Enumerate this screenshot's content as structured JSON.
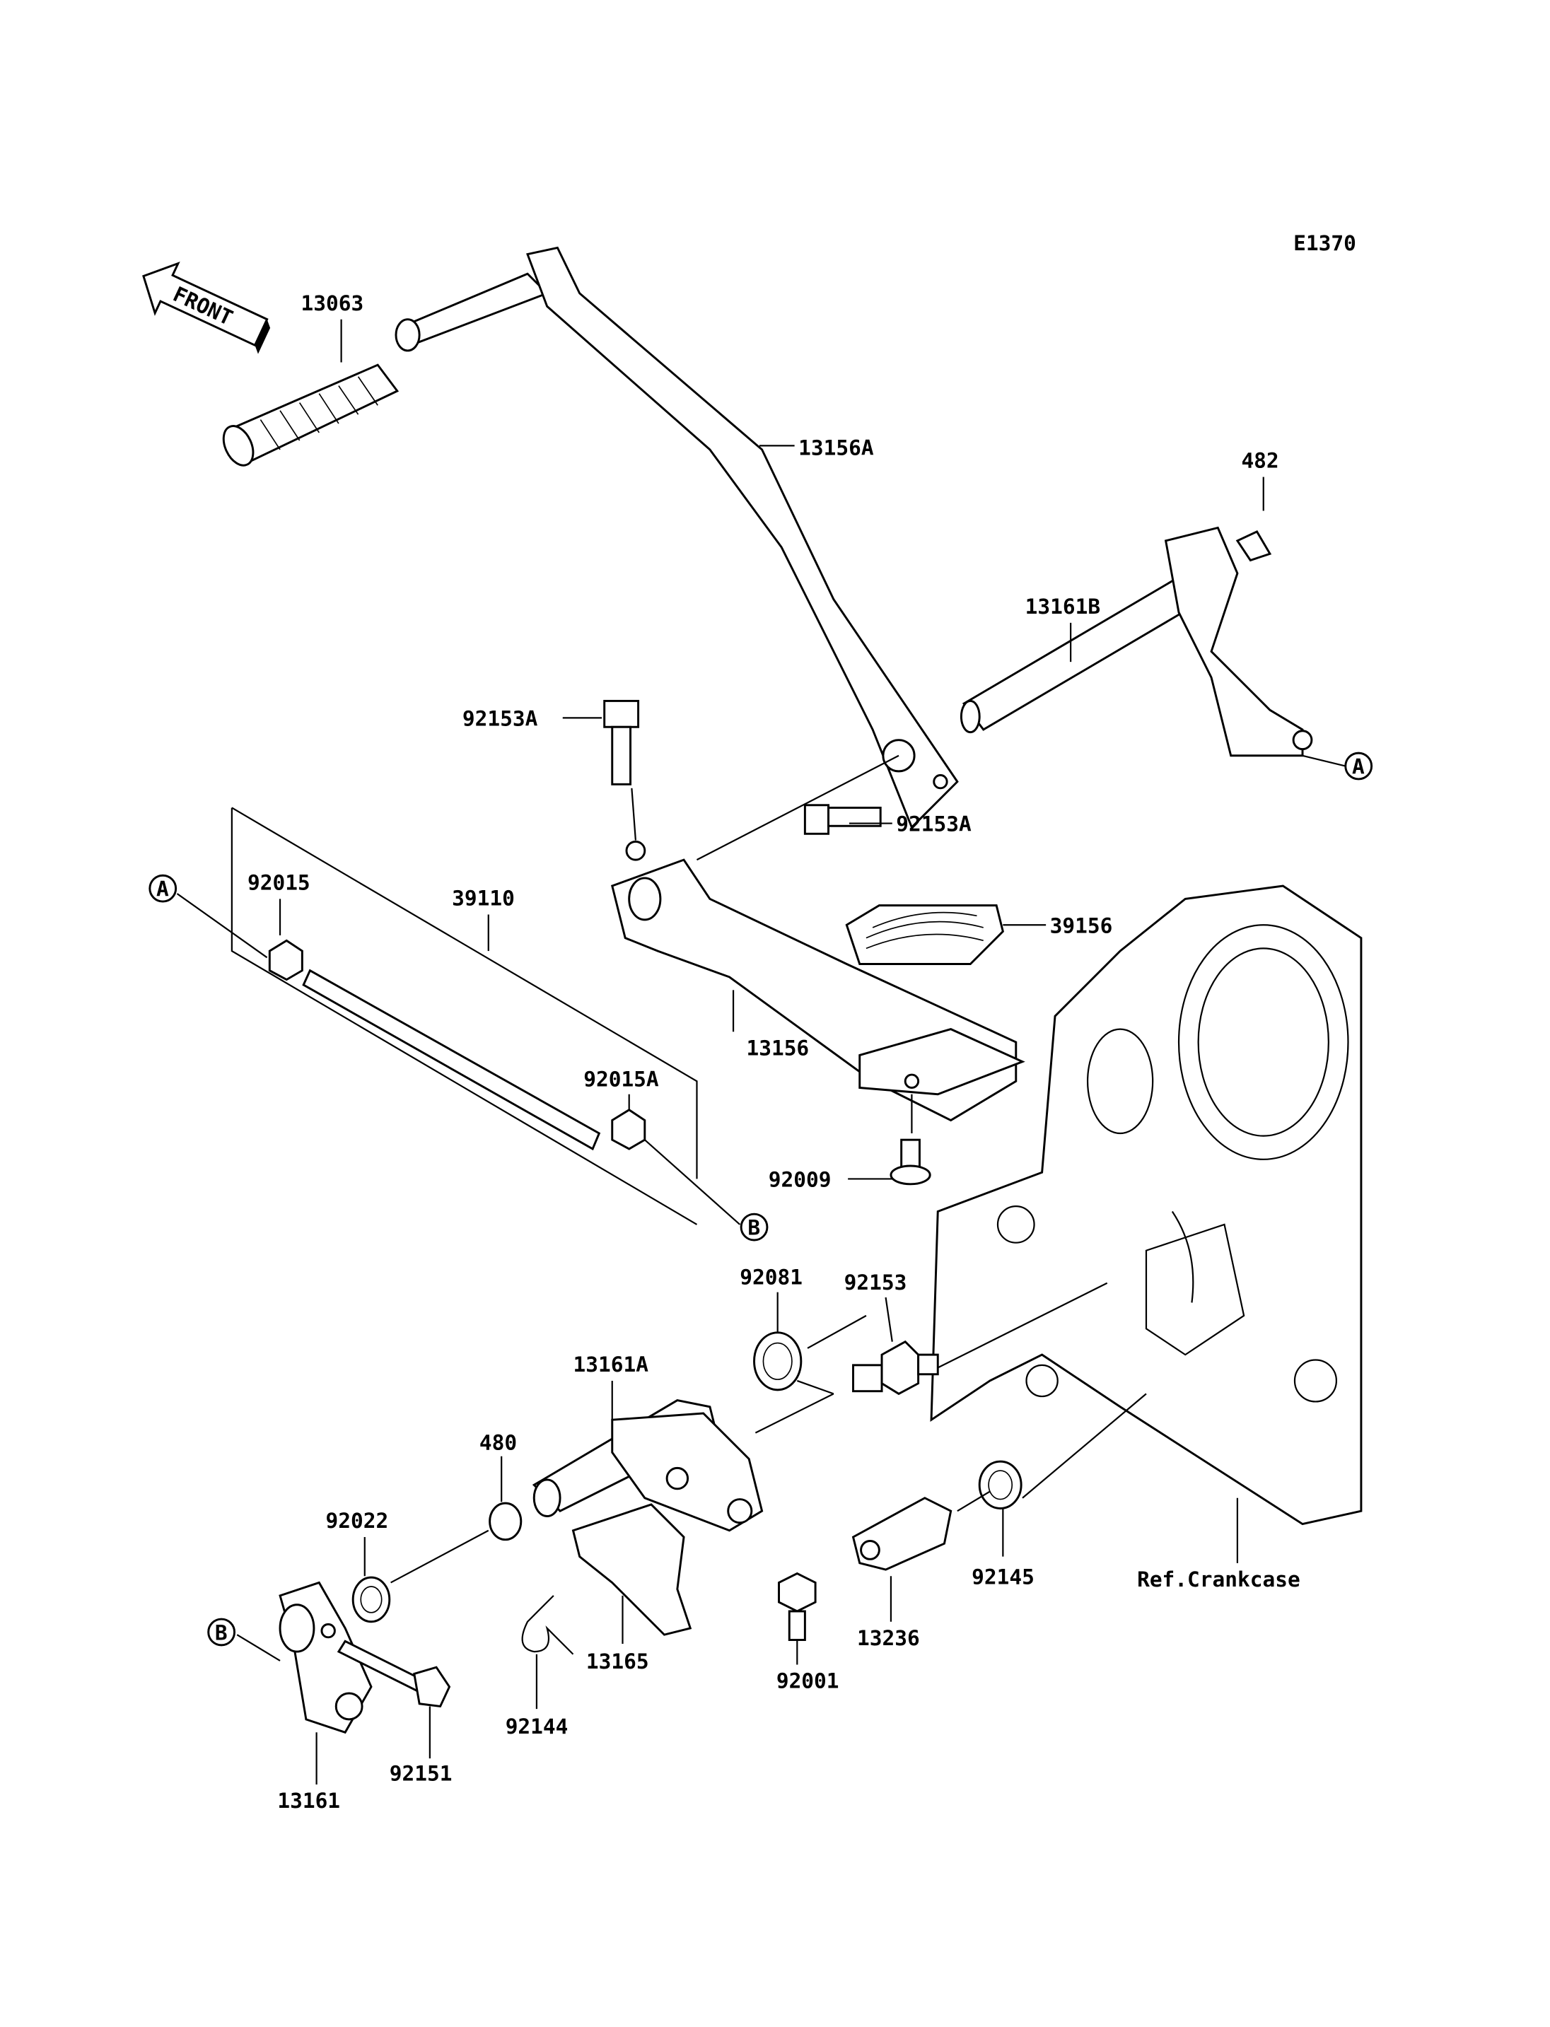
{
  "diagram_id": "E1370",
  "front_arrow_label": "FRONT",
  "reference_markers": [
    "A",
    "B"
  ],
  "parts": {
    "p13063": "13063",
    "p13156A": "13156A",
    "p482": "482",
    "p13161B": "13161B",
    "p92153A_1": "92153A",
    "p92153A_2": "92153A",
    "p92015": "92015",
    "p39110": "39110",
    "p39156": "39156",
    "p13156": "13156",
    "p92015A": "92015A",
    "p92009": "92009",
    "p92081": "92081",
    "p92153": "92153",
    "p13161A": "13161A",
    "p480": "480",
    "p92022": "92022",
    "p92145": "92145",
    "p13236": "13236",
    "p13165": "13165",
    "p92001": "92001",
    "p92144": "92144",
    "p92151": "92151",
    "p13161": "13161"
  },
  "crankcase_label": "Ref.Crankcase"
}
